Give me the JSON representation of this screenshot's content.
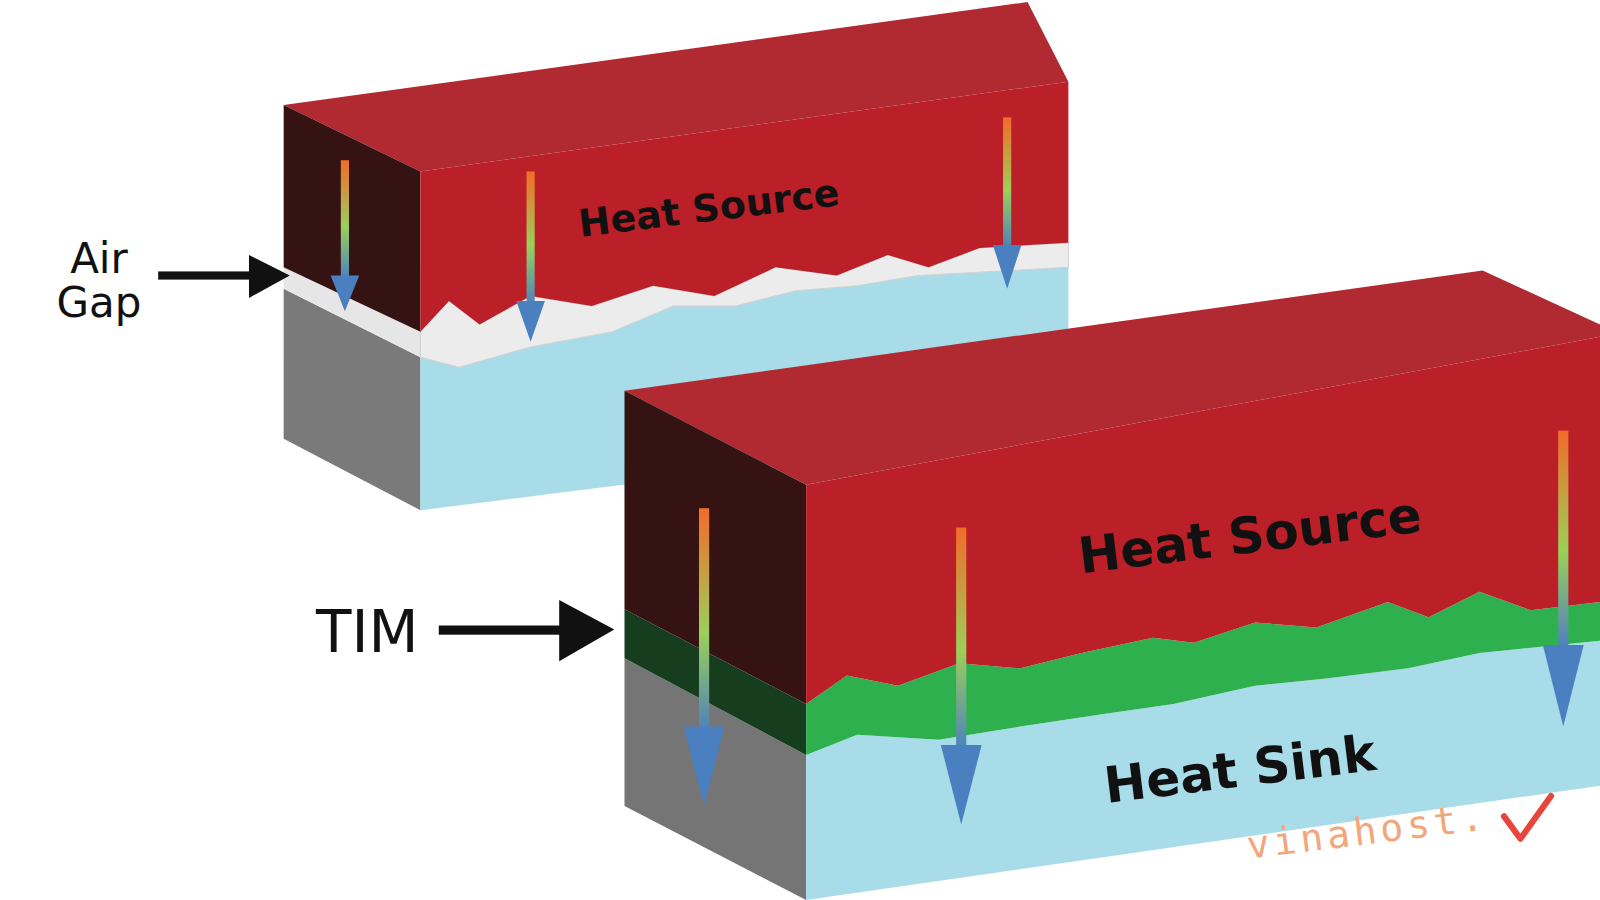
{
  "diagram": {
    "nodes": [
      {
        "text": [
          "Heat Source"
        ]
      },
      {
        "text": [
          "Heat Source"
        ]
      },
      {
        "text": [
          "Heat Sink"
        ]
      }
    ],
    "labels": [
      "Air Gap",
      "TIM",
      "vinahost."
    ]
  }
}
